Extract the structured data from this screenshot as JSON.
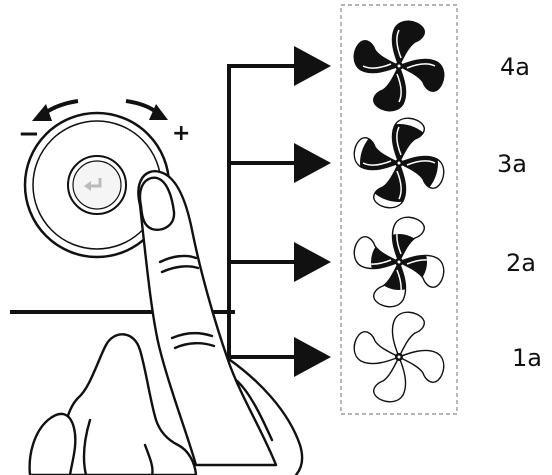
{
  "knob": {
    "minus_sign": "−",
    "plus_sign": "+"
  },
  "speeds": [
    {
      "label": "4a",
      "level": 4
    },
    {
      "label": "3a",
      "level": 3
    },
    {
      "label": "2a",
      "level": 2
    },
    {
      "label": "1a",
      "level": 1
    }
  ],
  "colors": {
    "ink": "#111111",
    "frame": "#888888",
    "background": "#ffffff"
  }
}
